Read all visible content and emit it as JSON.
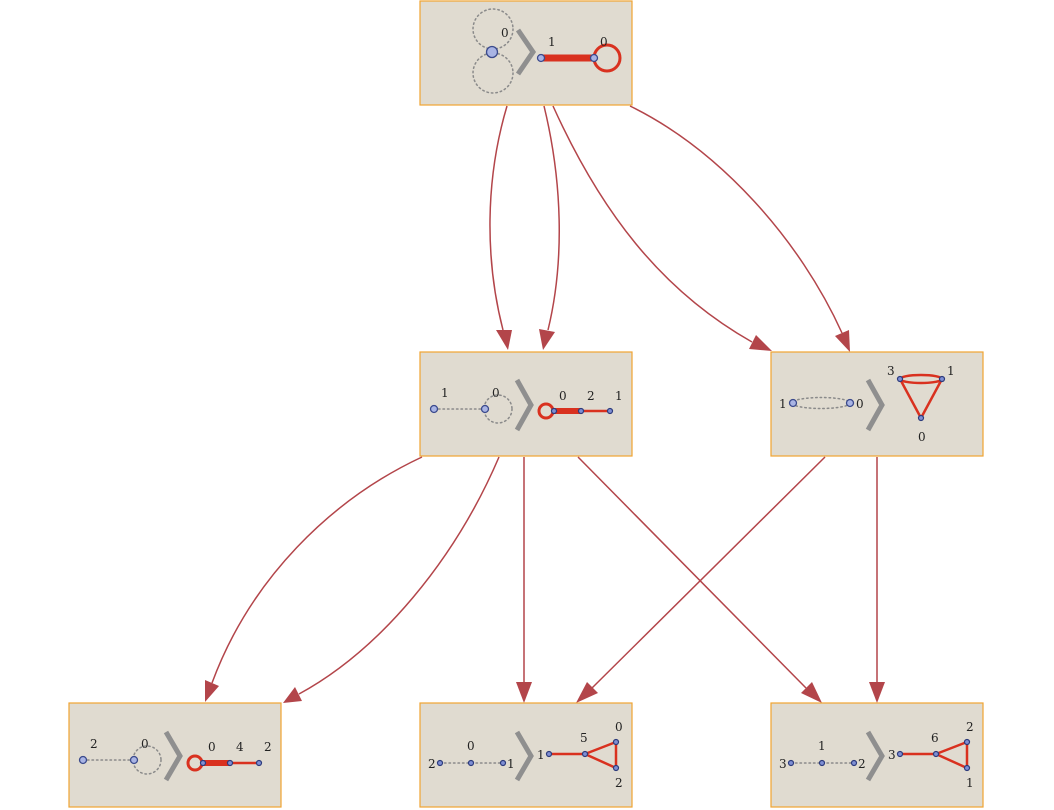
{
  "nodes": {
    "top": {
      "l1": "0",
      "r1": "1",
      "r2": "0"
    },
    "mid1": {
      "l1": "1",
      "l2": "0",
      "r1": "0",
      "r2": "2",
      "r3": "1"
    },
    "mid2": {
      "l1": "1",
      "l2": "0",
      "r1": "3",
      "r2": "1",
      "r3": "0"
    },
    "bot1": {
      "l1": "2",
      "l2": "0",
      "r1": "0",
      "r2": "4",
      "r3": "2"
    },
    "bot2": {
      "l1": "0",
      "l2": "2",
      "l3": "1",
      "r1": "1",
      "r2": "5",
      "r3": "0",
      "r4": "2"
    },
    "bot3": {
      "l1": "1",
      "l2": "3",
      "l3": "2",
      "r1": "3",
      "r2": "6",
      "r3": "2",
      "r4": "1"
    }
  },
  "colors": {
    "box_fill": "#e0dbd0",
    "box_border": "#f0a431",
    "arrow": "#b3454a",
    "graph_edge": "#d9311f",
    "vertex": "#7f8fd4"
  }
}
